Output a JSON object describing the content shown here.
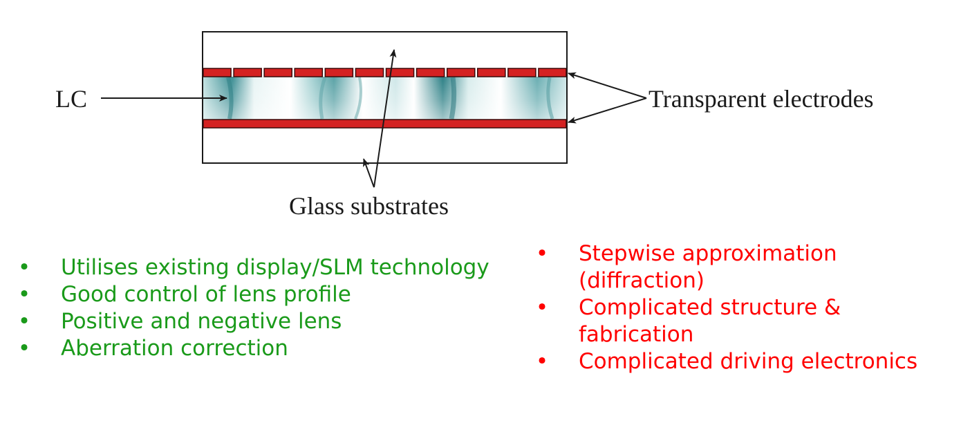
{
  "diagram": {
    "labels": {
      "lc": "LC",
      "electrodes": "Transparent electrodes",
      "substrates": "Glass substrates"
    },
    "colors": {
      "electrode": "#d42222",
      "electrode_stroke": "#3a0a0a",
      "lc_base": "#c9e6e6",
      "lc_dark": "#2f8a8f",
      "outline": "#1a1a1a"
    }
  },
  "advantages": {
    "color": "#1a9a1a",
    "items": [
      "Utilises existing display/SLM technology",
      "Good control of lens profile",
      "Positive and negative lens",
      "Aberration correction"
    ]
  },
  "disadvantages": {
    "color": "#ff0000",
    "items": [
      "Stepwise approximation (diffraction)",
      "Complicated structure & fabrication",
      "Complicated driving electronics"
    ]
  }
}
